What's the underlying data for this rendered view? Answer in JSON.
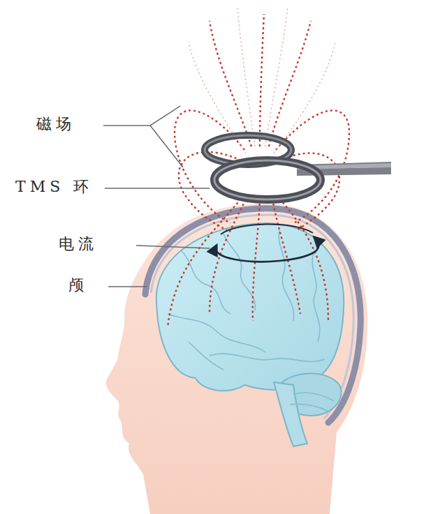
{
  "diagram": {
    "labels": [
      "磁场",
      "TMS 环",
      "电流",
      "颅"
    ]
  }
}
